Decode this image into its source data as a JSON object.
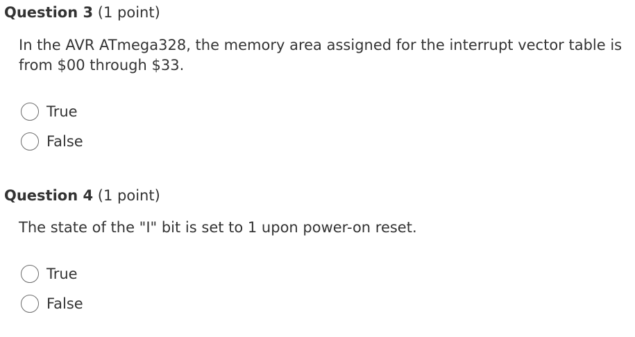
{
  "questions": [
    {
      "title": "Question 3",
      "points": "(1 point)",
      "text": "In the AVR ATmega328, the memory area assigned for the interrupt vector table is from $00 through $33.",
      "options": [
        {
          "label": "True",
          "selected": false
        },
        {
          "label": "False",
          "selected": false
        }
      ]
    },
    {
      "title": "Question 4",
      "points": "(1 point)",
      "text": "The state of the \"I\" bit is set to 1 upon power-on reset.",
      "options": [
        {
          "label": "True",
          "selected": false
        },
        {
          "label": "False",
          "selected": false
        }
      ]
    }
  ]
}
